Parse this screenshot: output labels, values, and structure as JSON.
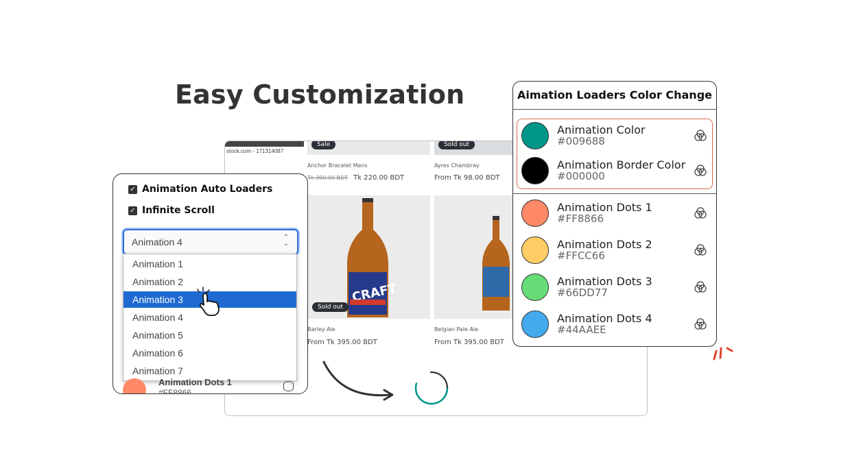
{
  "headline": "Easy Customization",
  "store": {
    "stock_text": "stock.com - 171314087",
    "products_top": [
      {
        "badge": "Sale",
        "name": "Anchor Bracelet Mens",
        "old_price": "Tk 300.00 BDT",
        "price": "Tk 220.00 BDT"
      },
      {
        "badge": "Sold out",
        "name": "Ayres Chambray",
        "price": "From Tk 98.00 BDT"
      }
    ],
    "products_bottom": [
      {
        "badge": "Sold out",
        "name": "Barley Ale",
        "price": "From Tk 395.00 BDT"
      },
      {
        "name": "Belgian Pale Ale",
        "price": "From Tk 395.00 BDT"
      }
    ],
    "spinner_color": "#009688"
  },
  "settings": {
    "auto_loaders_label": "Animation Auto Loaders",
    "infinite_scroll_label": "Infinite Scroll",
    "selected_value": "Animation 4",
    "options": [
      "Animation 1",
      "Animation 2",
      "Animation 3",
      "Animation 4",
      "Animation 5",
      "Animation 6",
      "Animation 7"
    ],
    "highlighted_option": "Animation 3",
    "under_label": "Animation Dots 1",
    "under_hex": "#FF8866"
  },
  "colors_panel": {
    "title": "Aimation Loaders Color Change",
    "items": [
      {
        "label": "Animation Color",
        "hex": "#009688"
      },
      {
        "label": "Animation Border Color",
        "hex": "#000000"
      },
      {
        "label": "Animation Dots 1",
        "hex": "#FF8866"
      },
      {
        "label": "Animation Dots 2",
        "hex": "#FFCC66"
      },
      {
        "label": "Animation Dots 3",
        "hex": "#66DD77"
      },
      {
        "label": "Animation Dots 4",
        "hex": "#44AAEE"
      }
    ],
    "group_border_color": "#d86a4a"
  },
  "icons": {
    "checkbox": "check-icon",
    "select_arrows": "chevron-updown-icon",
    "color_picker": "color-wheel-icon",
    "cursor": "hand-pointer-icon",
    "arrow": "curved-arrow-icon"
  }
}
